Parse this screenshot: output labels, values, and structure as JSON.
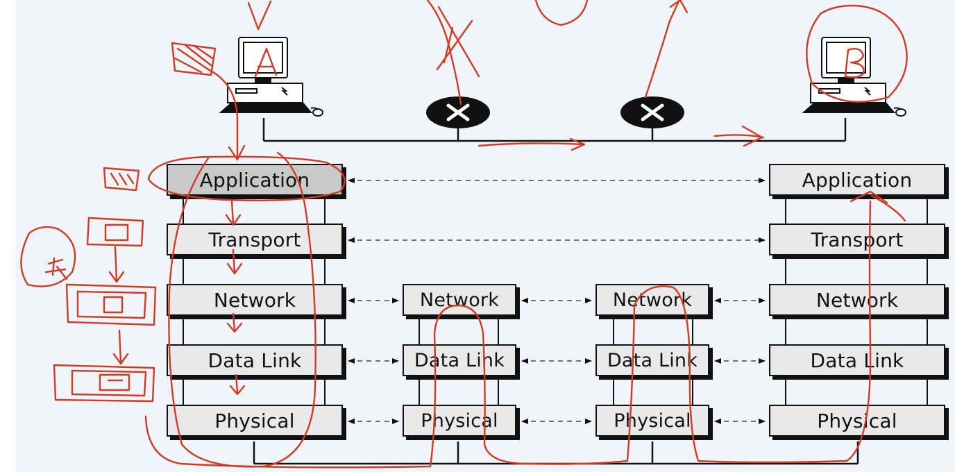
{
  "host_a": {
    "label": "A",
    "layers": [
      "Application",
      "Transport",
      "Network",
      "Data Link",
      "Physical"
    ]
  },
  "router_1": {
    "layers": [
      "Network",
      "Data Link",
      "Physical"
    ]
  },
  "router_2": {
    "layers": [
      "Network",
      "Data Link",
      "Physical"
    ]
  },
  "host_b": {
    "label": "B",
    "layers": [
      "Application",
      "Transport",
      "Network",
      "Data Link",
      "Physical"
    ]
  },
  "colors": {
    "annotation": "#d23a22",
    "layer_box": "#e9e9e9",
    "layer_box_highlight": "#c9c9c9",
    "router": "#111111",
    "background": "#f0f4fb"
  },
  "icons": [
    "computer-icon",
    "router-icon"
  ]
}
